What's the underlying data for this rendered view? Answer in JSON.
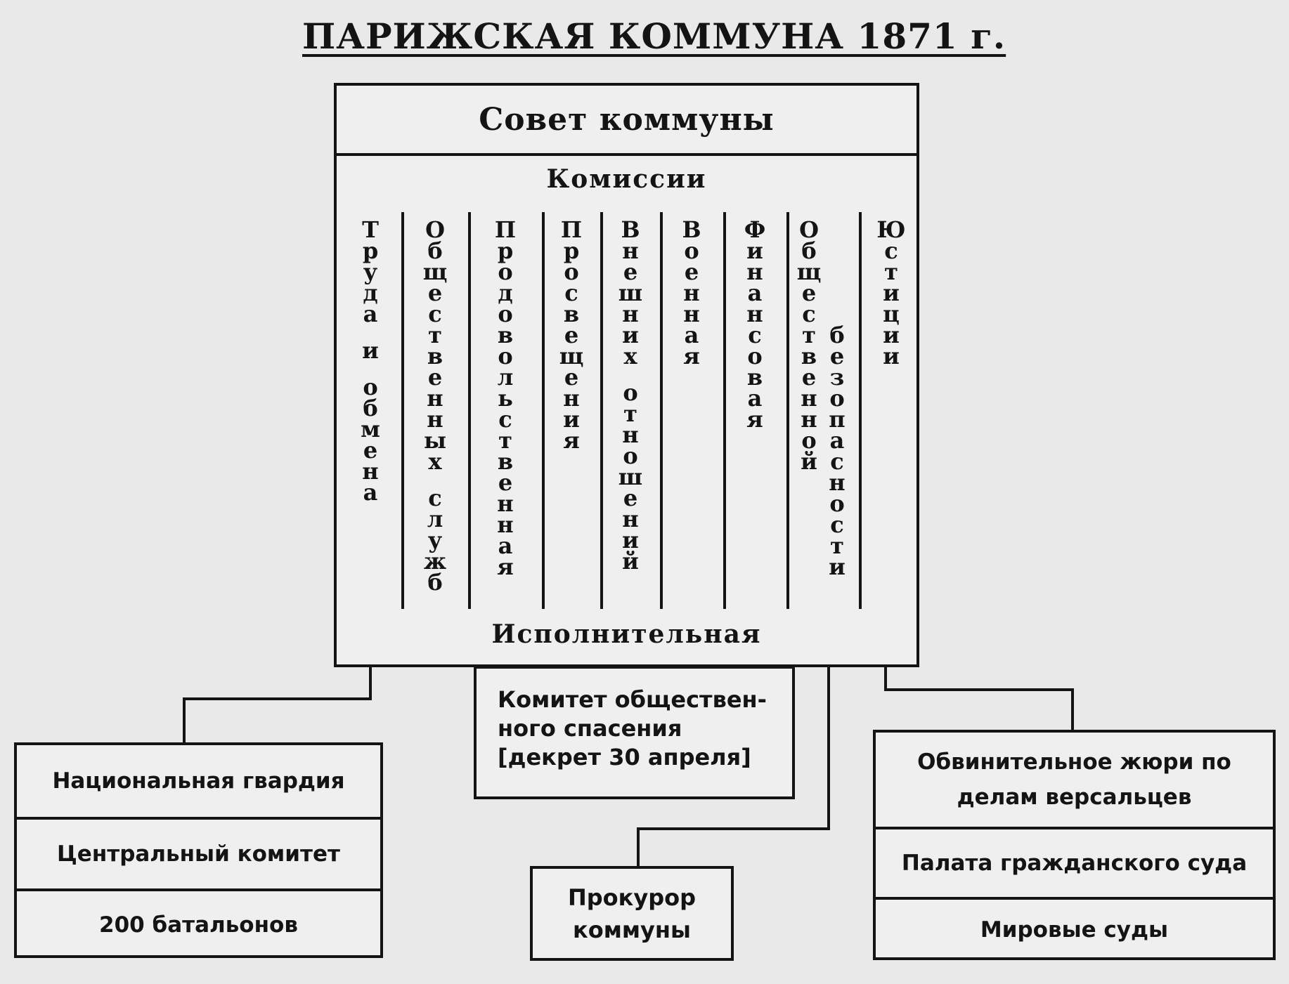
{
  "title": "ПАРИЖСКАЯ КОММУНА 1871 г.",
  "council": {
    "name": "Совет коммуны",
    "commissions_label": "Комиссии",
    "commissions": [
      {
        "lines": [
          "Труда",
          "и",
          "обмена"
        ]
      },
      {
        "lines": [
          "Общественных",
          "служб"
        ]
      },
      {
        "lines": [
          "Продовольственная"
        ]
      },
      {
        "lines": [
          "Просвещения"
        ]
      },
      {
        "lines": [
          "Внешних",
          "отношений"
        ]
      },
      {
        "lines": [
          "Военная"
        ]
      },
      {
        "lines": [
          "Финансовая"
        ]
      },
      {
        "lines": [
          "Общественной",
          "безопасности"
        ]
      },
      {
        "lines": [
          "Юстиции"
        ]
      }
    ],
    "executive_label": "Исполнительная"
  },
  "national_guard": {
    "rows": [
      "Национальная гвардия",
      "Центральный комитет",
      "200  батальонов"
    ]
  },
  "public_safety_committee": {
    "lines": [
      "Комитет обществен-",
      "ного спасения",
      "[декрет 30 апреля]"
    ]
  },
  "prosecutor": {
    "lines": [
      "Прокурор",
      "коммуны"
    ]
  },
  "courts": {
    "rows": [
      "Обвинительное жюри по делам версальцев",
      "Палата гражданского суда",
      "Мировые суды"
    ]
  }
}
